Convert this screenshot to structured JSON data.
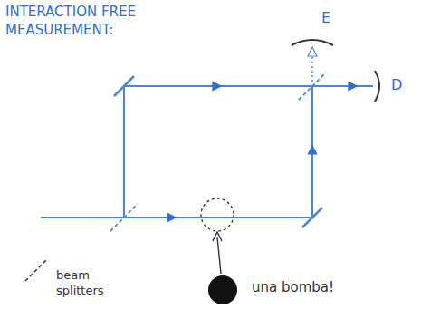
{
  "diagram": {
    "title": "INTERACTION FREE MEASUREMENT:",
    "labels": [
      "E",
      "D",
      "beam splitters",
      "una bomba!"
    ]
  }
}
